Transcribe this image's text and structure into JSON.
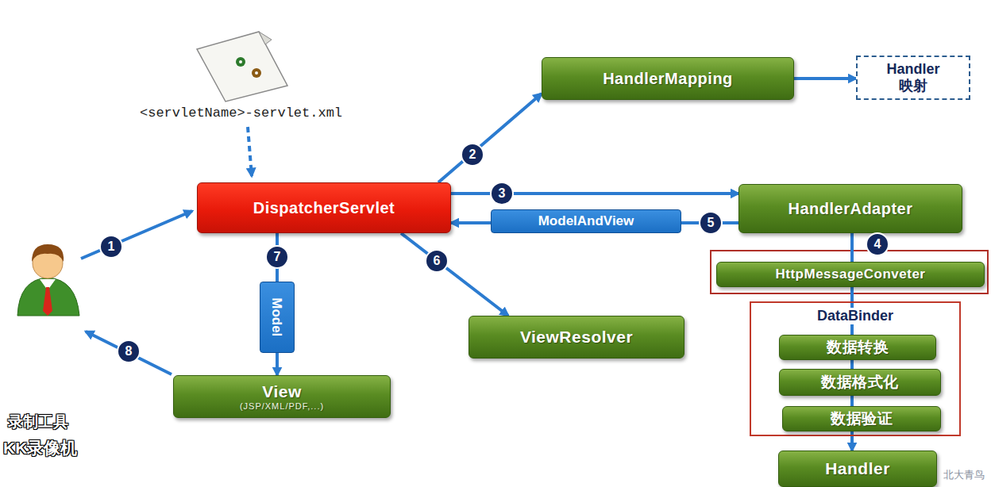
{
  "diagram": {
    "nodes": [
      {
        "text": [
          "HandlerMapping"
        ]
      },
      {
        "text": [
          "Handler 映射"
        ]
      },
      {
        "text": [
          "DispatcherServlet"
        ]
      },
      {
        "text": [
          "ModelAndView"
        ]
      },
      {
        "text": [
          "HandlerAdapter"
        ]
      },
      {
        "text": [
          "HttpMessageConveter"
        ]
      },
      {
        "text": [
          "DataBinder"
        ]
      },
      {
        "text": [
          "数据转换"
        ],
        "in": 6
      },
      {
        "text": [
          "数据格式化"
        ],
        "in": 6
      },
      {
        "text": [
          "数据验证"
        ],
        "in": 6
      },
      {
        "text": [
          "Model"
        ]
      },
      {
        "text": [
          "ViewResolver"
        ]
      },
      {
        "text": [
          "View",
          "(JSP/XML/PDF,...)"
        ]
      },
      {
        "text": [
          "Handler"
        ]
      }
    ],
    "edges": [
      {
        "from": 2,
        "to": 0,
        "arrow": "to"
      },
      {
        "from": 0,
        "to": 1,
        "arrow": "to"
      },
      {
        "from": 2,
        "to": 4,
        "arrow": "to"
      },
      {
        "from": 4,
        "to": 3,
        "arrow": "none"
      },
      {
        "from": 3,
        "to": 2,
        "arrow": "to"
      },
      {
        "from": 4,
        "to": 5,
        "arrow": "none"
      },
      {
        "from": 5,
        "to": 6,
        "arrow": "none"
      },
      {
        "from": 6,
        "to": 13,
        "arrow": "to"
      },
      {
        "from": 2,
        "to": 11,
        "arrow": "to"
      },
      {
        "from": 2,
        "to": 10,
        "arrow": "none"
      },
      {
        "from": 10,
        "to": 12,
        "arrow": "to"
      }
    ],
    "labels": [
      "<servletName>-servlet.xml",
      "1",
      "2",
      "3",
      "4",
      "5",
      "6",
      "7",
      "8",
      "录制工具",
      "KK录像机",
      "北大青鸟"
    ]
  }
}
